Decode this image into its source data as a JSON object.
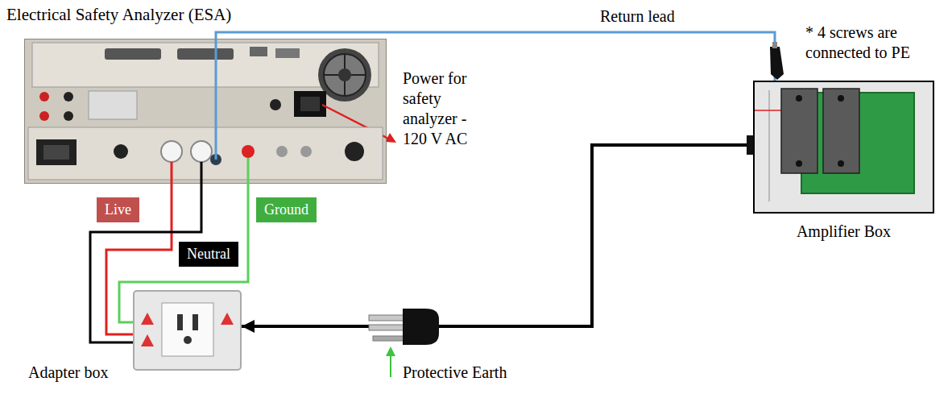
{
  "diagram": {
    "nodes": [
      {
        "text": [
          "Electrical Safety Analyzer (ESA)"
        ]
      },
      {
        "text": [
          "Amplifier Box"
        ]
      },
      {
        "text": [
          "Adapter box"
        ]
      },
      {
        "text": [
          "Live"
        ]
      },
      {
        "text": [
          "Neutral"
        ]
      },
      {
        "text": [
          "Ground"
        ]
      }
    ],
    "edges": [
      {
        "from": 0,
        "to": 1,
        "arrow": "none",
        "label": "Return lead"
      },
      {
        "from": 0,
        "to": 2,
        "arrow": "none"
      },
      {
        "from": 0,
        "to": 2,
        "arrow": "none"
      },
      {
        "from": 0,
        "to": 2,
        "arrow": "none"
      },
      {
        "from": 1,
        "to": 2,
        "arrow": "to"
      }
    ],
    "labels": [
      "Power for safety analyzer - 120 V AC",
      "* 4 screws are connected to PE",
      "Protective Earth"
    ]
  }
}
